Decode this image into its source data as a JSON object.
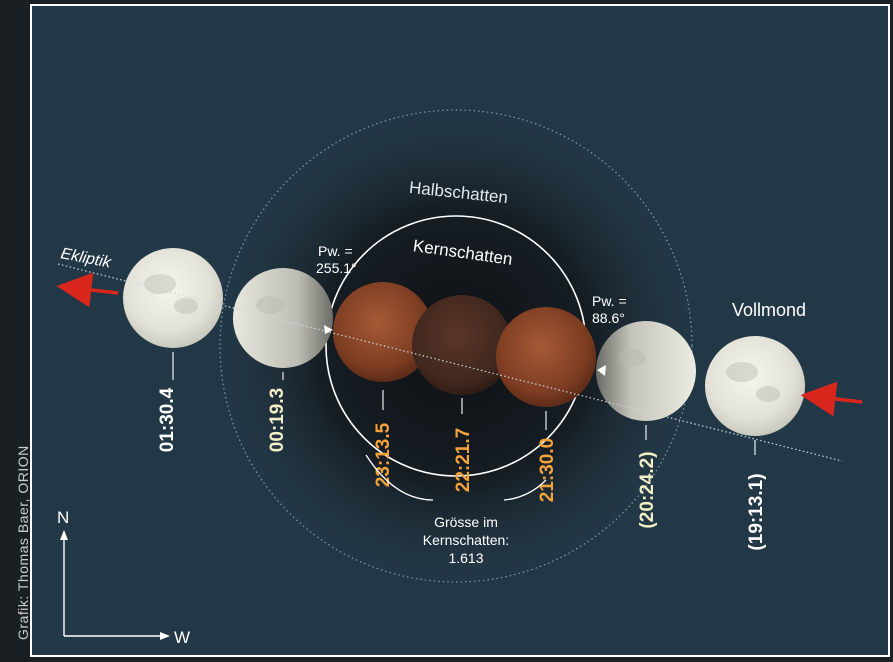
{
  "credit": "Grafik: Thomas Baer, ORION",
  "labels": {
    "ecliptic": "Ekliptik",
    "penumbra": "Halbschatten",
    "umbra": "Kernschatten",
    "full_moon": "Vollmond",
    "north": "N",
    "west": "W",
    "magnitude_line1": "Grösse im",
    "magnitude_line2": "Kernschatten:",
    "magnitude_value": "1.613",
    "pw_label": "Pw. =",
    "pw_exit": "255.1°",
    "pw_entry": "88.6°"
  },
  "times": {
    "t1": "01:30.4",
    "t2": "00:19.3",
    "t3": "23:13.5",
    "t4": "22:21.7",
    "t5": "21:30.0",
    "t6": "(20:24.2)",
    "t7": "(19:13.1)"
  },
  "colors": {
    "background": "#233846",
    "moon_light": "#e9e9e0",
    "moon_eclipsed": "#8f4a2b",
    "time_white": "#ffffff",
    "time_cream": "#f2efc6",
    "time_orange": "#f4a23a",
    "arrow_red": "#d9261c"
  }
}
